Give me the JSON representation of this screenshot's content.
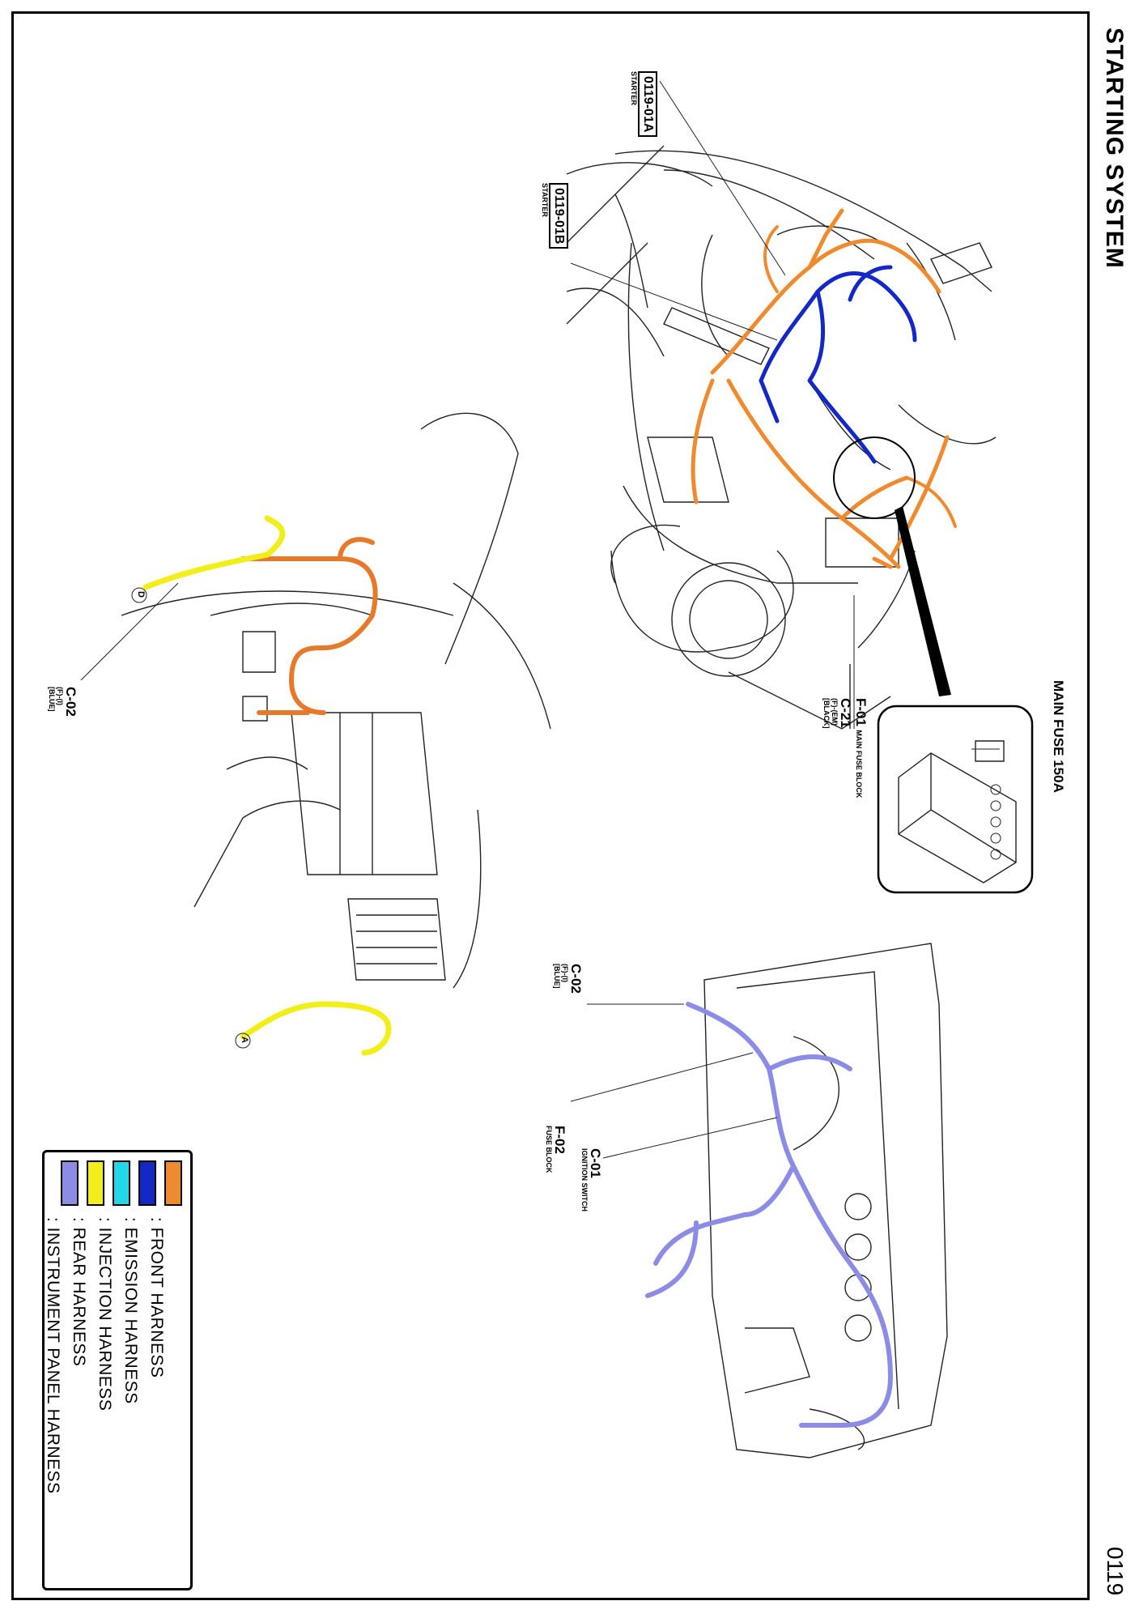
{
  "header": {
    "title": "STARTING SYSTEM",
    "page_number": "0119"
  },
  "legend": [
    {
      "label": ": FRONT HARNESS",
      "color": "#f08a2e"
    },
    {
      "label": ": EMISSION HARNESS",
      "color": "#1428c8"
    },
    {
      "label": ": INJECTION HARNESS",
      "color": "#22d8e8"
    },
    {
      "label": ": REAR HARNESS",
      "color": "#f2ee1a"
    },
    {
      "label": ": INSTRUMENT PANEL HARNESS",
      "color": "#8c8ce6"
    }
  ],
  "callouts": {
    "starter_a": {
      "code": "0119-01A",
      "name": "STARTER"
    },
    "starter_b": {
      "code": "0119-01B",
      "name": "STARTER"
    },
    "main_fuse": {
      "title": "MAIN FUSE 150A"
    },
    "f01": {
      "code": "F-01",
      "name": "MAIN FUSE BLOCK"
    },
    "c21": {
      "code": "C-21",
      "line1": "(F)-(EM)",
      "line2": "[BLACK]"
    },
    "c02_left": {
      "code": "C-02",
      "line1": "(F)-(I)",
      "line2": "[BLUE]"
    },
    "c02_right": {
      "code": "C-02",
      "line1": "(F)-(I)",
      "line2": "[BLUE]"
    },
    "f02": {
      "code": "F-02",
      "name": "FUSE BLOCK"
    },
    "c01": {
      "code": "C-01",
      "name": "IGNITION SWITCH"
    }
  },
  "markers": {
    "d": "D",
    "a": "A"
  }
}
